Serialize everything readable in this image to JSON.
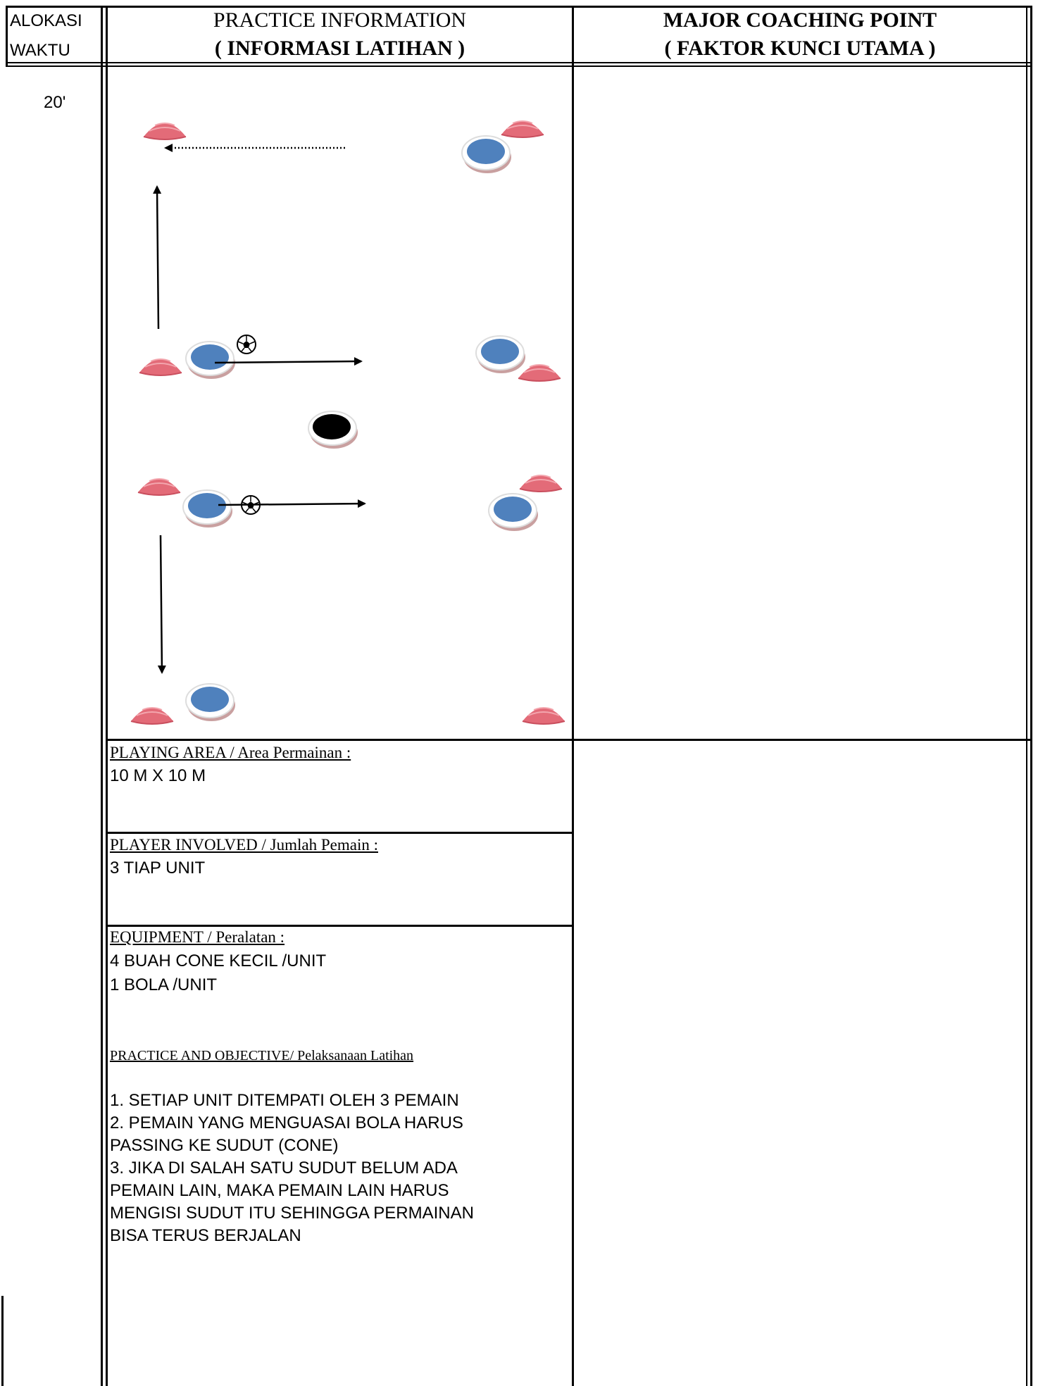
{
  "header": {
    "col1": {
      "line1": "ALOKASI",
      "line2": "WAKTU"
    },
    "col2": {
      "line1": "PRACTICE   INFORMATION",
      "line2": "( INFORMASI    LATIHAN )"
    },
    "col3": {
      "line1": "MAJOR  COACHING  POINT",
      "line2": "( FAKTOR   KUNCI   UTAMA )"
    }
  },
  "time": "20'",
  "playing_area": {
    "heading": "PLAYING   AREA  /  Area  Permainan  :",
    "value": "10 M X 10 M"
  },
  "players": {
    "heading": "PLAYER  INVOLVED /  Jumlah  Pemain :",
    "value": "3 TIAP UNIT"
  },
  "equipment": {
    "heading": "EQUIPMENT  / Peralatan :",
    "items": [
      "4  BUAH  CONE KECIL /UNIT",
      "1 BOLA /UNIT"
    ]
  },
  "practice": {
    "heading": "PRACTICE  AND  OBJECTIVE/  Pelaksanaan Latihan",
    "lines": [
      "1. SETIAP UNIT DITEMPATI OLEH 3 PEMAIN",
      "2. PEMAIN YANG MENGUASAI BOLA HARUS",
      "PASSING KE SUDUT (CONE)",
      "3. JIKA DI SALAH SATU SUDUT BELUM ADA",
      "PEMAIN LAIN, MAKA PEMAIN LAIN HARUS",
      "MENGISI SUDUT ITU SEHINGGA PERMAINAN",
      "BISA TERUS BERJALAN"
    ]
  },
  "colors": {
    "cone": "#e36b78",
    "player": "#4f81bd",
    "defender": "#000000",
    "shadow": "#c9a0a0"
  }
}
